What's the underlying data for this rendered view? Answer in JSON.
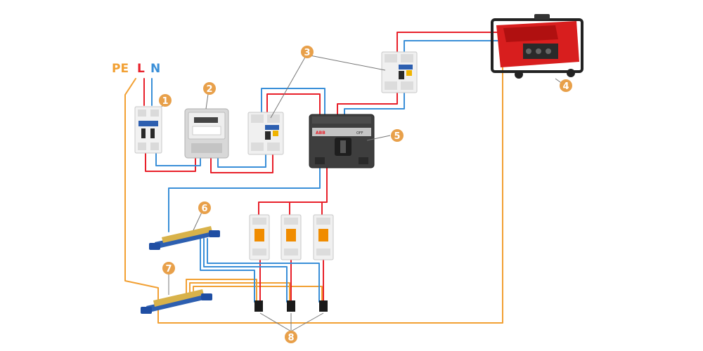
{
  "diagram": {
    "colors": {
      "phase": "#e8202a",
      "neutral": "#3a8fd8",
      "earth": "#f2a033",
      "callout": "#e8a04a"
    },
    "supply_labels": {
      "pe": "PE",
      "l": "L",
      "n": "N"
    },
    "callouts": [
      {
        "id": "1",
        "text": "1"
      },
      {
        "id": "2",
        "text": "2"
      },
      {
        "id": "3",
        "text": "3"
      },
      {
        "id": "4",
        "text": "4"
      },
      {
        "id": "5",
        "text": "5"
      },
      {
        "id": "6",
        "text": "6"
      },
      {
        "id": "7",
        "text": "7"
      },
      {
        "id": "8",
        "text": "8"
      }
    ],
    "components": {
      "changeover_switch": {
        "brand": "ABB",
        "off_label": "OFF"
      }
    }
  }
}
